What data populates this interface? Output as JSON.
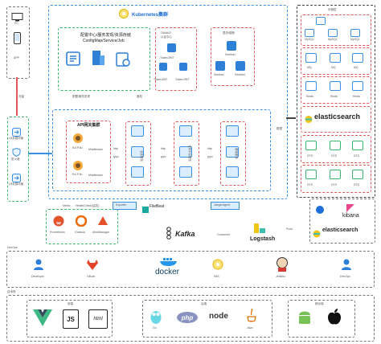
{
  "client": {
    "pc": "PC",
    "app": "APP",
    "flow": "流量"
  },
  "edge": {
    "lb": "LB负载均衡",
    "firewall": "防火墙",
    "lb2": "LB负载均衡"
  },
  "k8s": {
    "title": "Kubernetes集群"
  },
  "config": {
    "title_line1": "配置中心/服务发现/资源存储",
    "title_line2": "ConfigMap/Service/Job",
    "label": "配置/服务发现"
  },
  "auth": {
    "title_line1": "OAuth2/",
    "title_line2": "认证中心",
    "token": "Token/JWT",
    "label": "鉴权"
  },
  "sentinel": {
    "title": "限流/熔断",
    "node": "Sentinel"
  },
  "gateway": {
    "title": "API网关集群",
    "node": "Ecl.P.Ilu",
    "mw": "Middleware",
    "route": "路由",
    "k8s_lb": "K8S负载均衡",
    "http": "http",
    "grpc": "grpc"
  },
  "services": {
    "a": "业务服务",
    "b": "业务中台服务",
    "c": "基础服务"
  },
  "storage": {
    "title": "存储层",
    "mysql": "MySQL",
    "mq": "MQ",
    "redis": "Redis",
    "es": "elasticsearch",
    "dts": "DTS",
    "data": "数据"
  },
  "monitor": {
    "metric": "Metric",
    "health": "HealthCheck(监控)",
    "prometheus": "Prometheus",
    "grafana": "Grafana",
    "alert": "AlertManager",
    "exporter": "Exporter"
  },
  "logs": {
    "beat": "FileBeat",
    "jaeger": "JaegerAgent",
    "kafka": "Kafka",
    "logstash": "Logstash",
    "consume": "Consumer",
    "push": "Push",
    "kibana": "kibana",
    "es": "elasticsearch"
  },
  "devops": {
    "title": "DevOps",
    "dev": "Developer",
    "gitlab": "GitLab",
    "docker": "docker",
    "k8s": "K8S",
    "jenkins": "Jenkins",
    "dev2": "DevOps"
  },
  "stack": {
    "title": "技术栈",
    "fe": "前端",
    "be": "后端",
    "mobile": "移动端",
    "js": "JS",
    "html": "html",
    "go": "Go",
    "php": "php",
    "node": "node",
    "java": "Java"
  }
}
